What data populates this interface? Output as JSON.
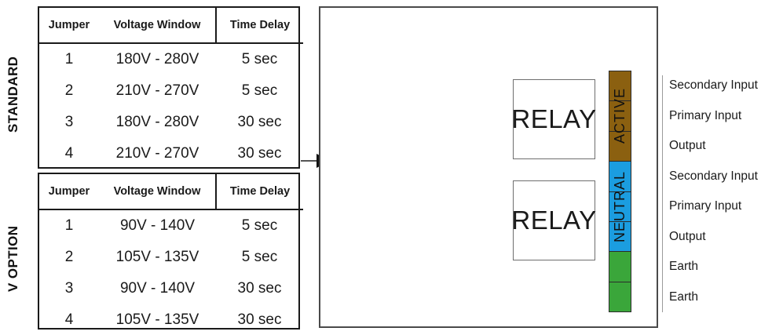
{
  "tables": [
    {
      "group_label": "STANDARD",
      "headers": [
        "Jumper",
        "Voltage Window",
        "Time Delay"
      ],
      "rows": [
        [
          "1",
          "180V - 280V",
          "5 sec"
        ],
        [
          "2",
          "210V - 270V",
          "5 sec"
        ],
        [
          "3",
          "180V - 280V",
          "30 sec"
        ],
        [
          "4",
          "210V - 270V",
          "30 sec"
        ]
      ]
    },
    {
      "group_label": "V OPTION",
      "headers": [
        "Jumper",
        "Voltage Window",
        "Time Delay"
      ],
      "rows": [
        [
          "1",
          "90V  - 140V",
          "5 sec"
        ],
        [
          "2",
          "105V - 135V",
          "5 sec"
        ],
        [
          "3",
          "90V  - 140V",
          "30 sec"
        ],
        [
          "4",
          "105V - 135V",
          "30 sec"
        ]
      ]
    }
  ],
  "jumper_block": {
    "pin_rows": [
      "1",
      "2",
      "3",
      "4"
    ],
    "columns": 2
  },
  "device": {
    "relays": [
      {
        "label": "RELAY"
      },
      {
        "label": "RELAY"
      }
    ],
    "terminal_strip": {
      "group_captions": [
        {
          "text": "ACTIVE",
          "color": "#8B6010"
        },
        {
          "text": "NEUTRAL",
          "color": "#1B9DE0"
        }
      ],
      "segments": [
        {
          "label": "Secondary Input",
          "color": "#8B6010"
        },
        {
          "label": "Primary Input",
          "color": "#8B6010"
        },
        {
          "label": "Output",
          "color": "#8B6010"
        },
        {
          "label": "Secondary Input",
          "color": "#1B9DE0"
        },
        {
          "label": "Primary Input",
          "color": "#1B9DE0"
        },
        {
          "label": "Output",
          "color": "#1B9DE0"
        },
        {
          "label": "Earth",
          "color": "#3AA63A"
        },
        {
          "label": "Earth",
          "color": "#3AA63A"
        }
      ]
    }
  },
  "colors": {
    "active_brown": "#8B6010",
    "neutral_blue": "#1B9DE0",
    "earth_green": "#3AA63A",
    "line": "#1a1a1a",
    "panel_border": "#4a4a4a"
  }
}
